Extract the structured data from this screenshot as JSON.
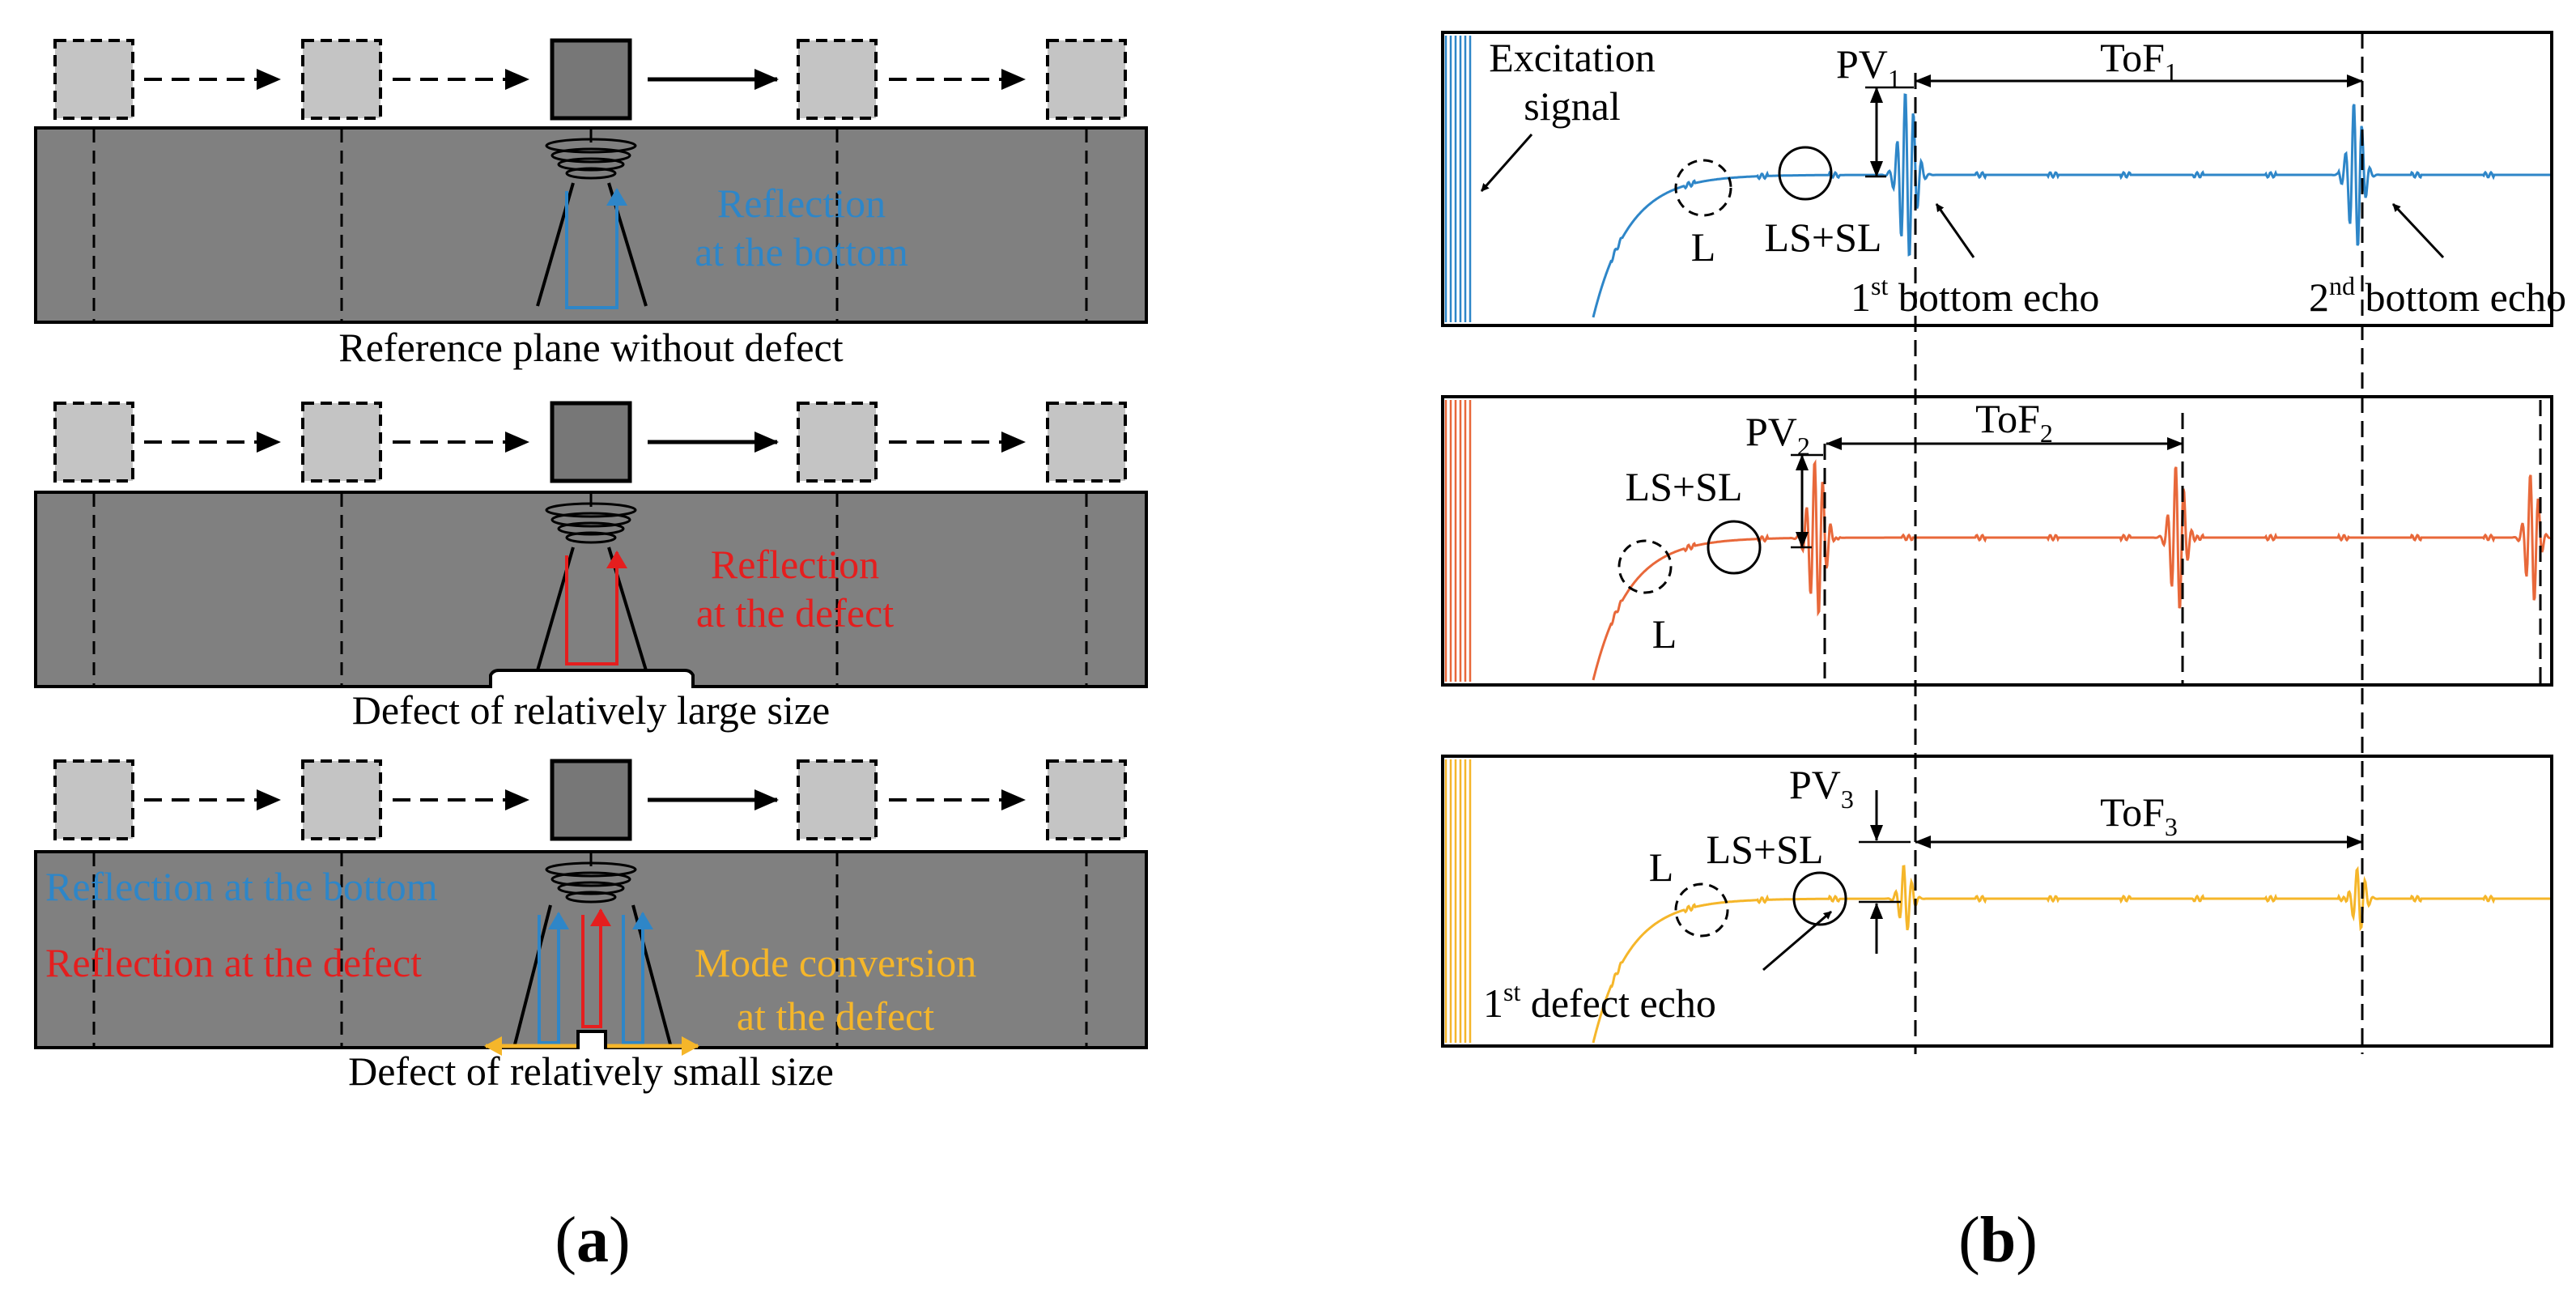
{
  "colors": {
    "bottom": "#2e86c8",
    "defect": "#e51e1e",
    "mode": "#f5b62a",
    "orange": "#e8683a",
    "block": "#808080",
    "tile": "#c4c4c4",
    "tile_active": "#777777"
  },
  "panel_a": {
    "label_open": "(",
    "label_letter": "a",
    "label_close": ")",
    "rows": [
      {
        "caption": "Reference plane without defect",
        "reflection_line1": "Reflection",
        "reflection_line2": "at the bottom"
      },
      {
        "caption": "Defect of relatively large size",
        "reflection_line1": "Reflection",
        "reflection_line2": "at the defect"
      },
      {
        "caption": "Defect of relatively small size",
        "bottom_text": "Reflection at the bottom",
        "defect_text": "Reflection at the defect",
        "mode_line1": "Mode conversion",
        "mode_line2": "at the defect"
      }
    ]
  },
  "panel_b": {
    "label_open": "(",
    "label_letter": "b",
    "label_close": ")",
    "excitation_line1": "Excitation",
    "excitation_line2": "signal",
    "L": "L",
    "LS_SL": "LS+SL",
    "pv_base": "PV",
    "tof_base": "ToF",
    "sub1": "1",
    "sub2": "2",
    "sub3": "3",
    "first_num": "1",
    "st": "st",
    "second_num": "2",
    "nd": "nd",
    "bottom_echo": " bottom echo",
    "defect_echo": " defect echo"
  }
}
